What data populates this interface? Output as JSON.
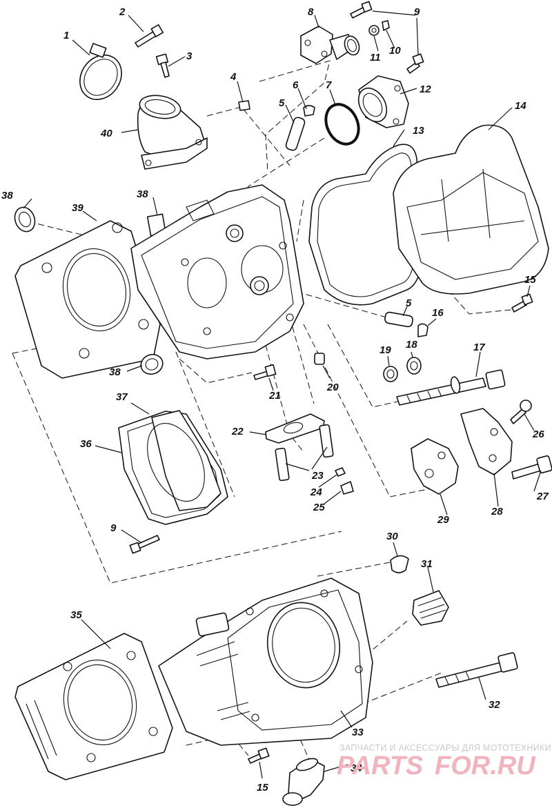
{
  "callouts": [
    "1",
    "2",
    "3",
    "4",
    "5",
    "6",
    "7",
    "8",
    "9",
    "10",
    "11",
    "12",
    "13",
    "14",
    "15",
    "16",
    "17",
    "18",
    "19",
    "20",
    "21",
    "22",
    "23",
    "24",
    "25",
    "26",
    "27",
    "28",
    "29",
    "30",
    "31",
    "32",
    "33",
    "34",
    "35",
    "36",
    "37",
    "38",
    "39",
    "40"
  ],
  "watermark": {
    "tagline": "ЗАПЧАСТИ И АКСЕССУАРЫ ДЛЯ МОТОТЕХНИКИ",
    "brand_left": "PARTS",
    "brand_right": "FOR.RU"
  },
  "colors": {
    "ink": "#111111",
    "paper": "#ffffff",
    "watermark_brand": "#f1b3bd",
    "watermark_tagline": "#c9c9c9"
  }
}
